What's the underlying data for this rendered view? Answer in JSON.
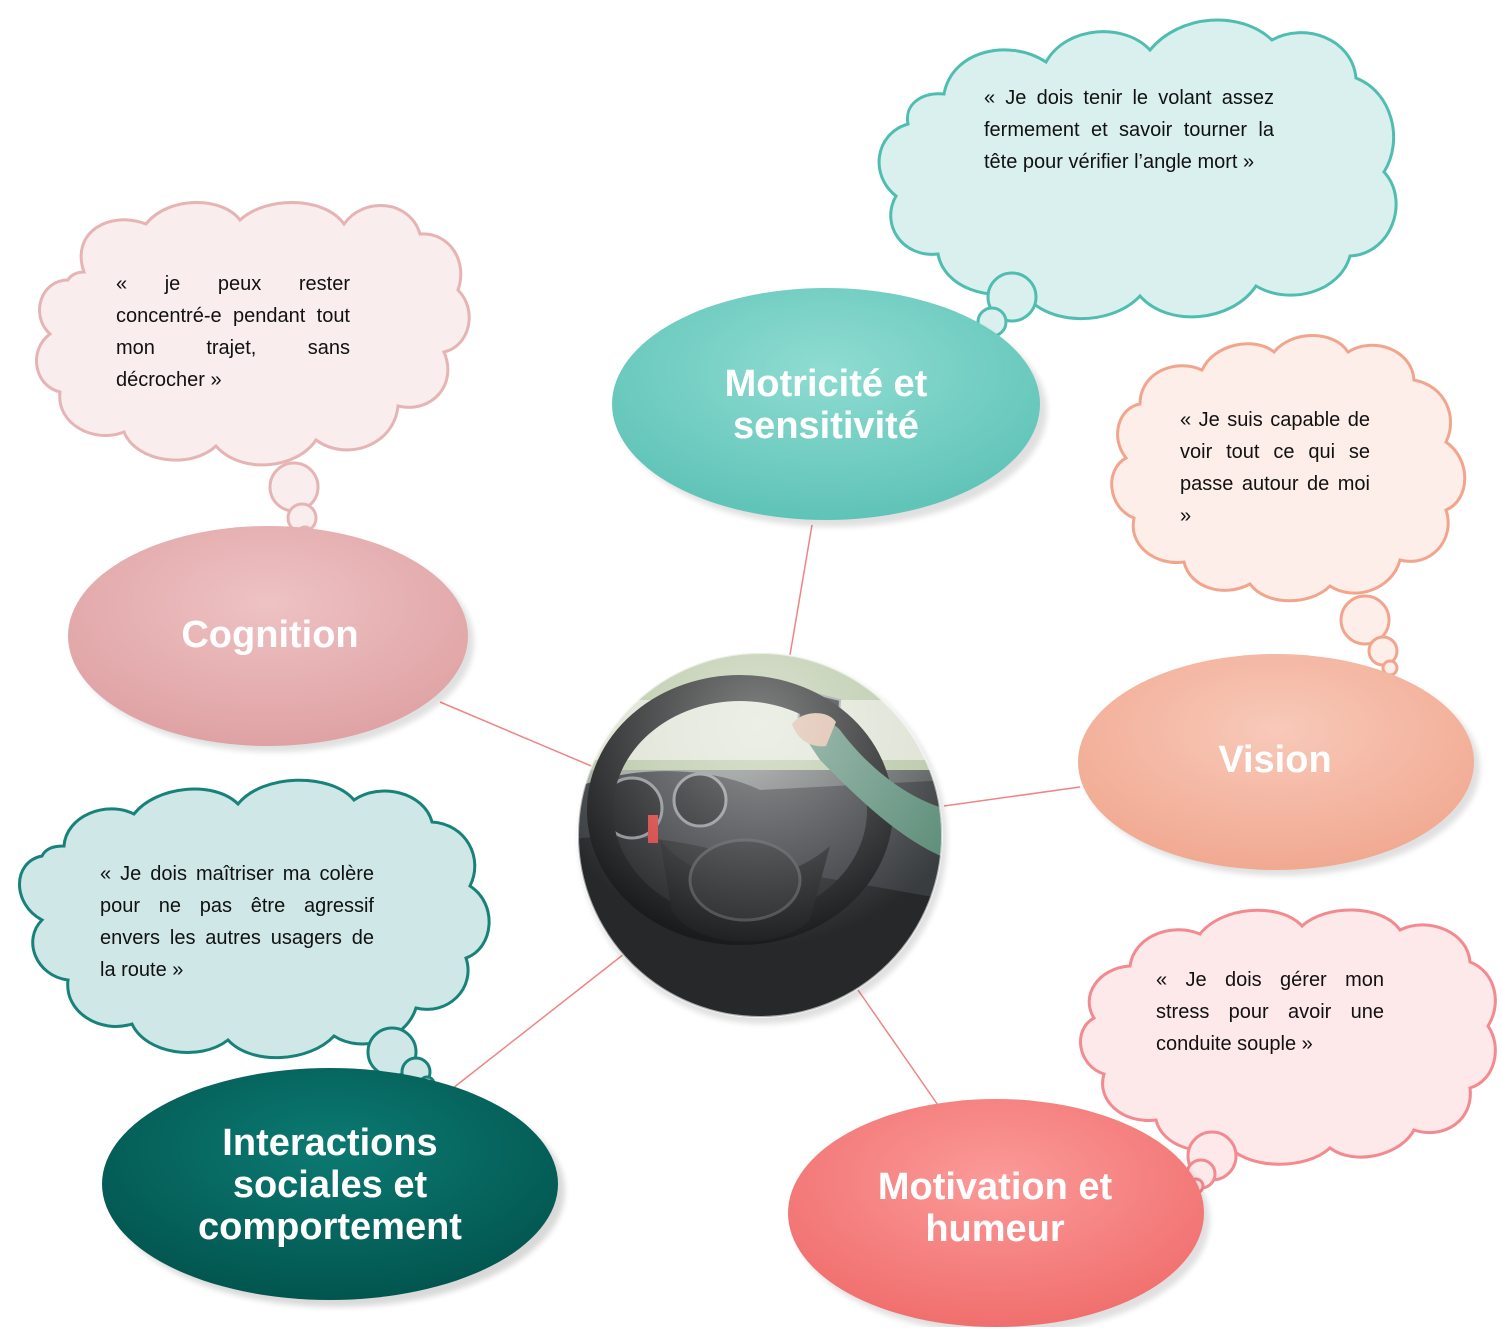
{
  "top_text": "                                                               ",
  "center": {
    "image_alt": "person holding a steering wheel"
  },
  "nodes": [
    {
      "id": "motricite",
      "label": "Motricité et\nsensitivité",
      "color": "#79d0c6"
    },
    {
      "id": "cognition",
      "label": "Cognition",
      "color": "#e7b3b4"
    },
    {
      "id": "vision",
      "label": "Vision",
      "color": "#f5b7a3"
    },
    {
      "id": "interactions",
      "label": "Interactions\nsociales et\ncomportement",
      "color": "#02645e"
    },
    {
      "id": "motivation",
      "label": "Motivation et\nhumeur",
      "color": "#f88583"
    }
  ],
  "bubbles": [
    {
      "id": "motricite",
      "text": "« Je dois tenir le volant assez fermement et savoir tourner la tête pour vérifier l’angle mort »",
      "fill": "#d9f0ee",
      "stroke": "#4fbdb0"
    },
    {
      "id": "cognition",
      "text": "« je peux rester concentré-e pendant tout mon trajet, sans décrocher »",
      "fill": "#f9eded",
      "stroke": "#e6b4b4"
    },
    {
      "id": "vision",
      "text": "« Je suis capable de voir tout ce qui se passe autour de moi »",
      "fill": "#fdeeea",
      "stroke": "#f1a58c"
    },
    {
      "id": "interactions",
      "text": "« Je dois maîtriser ma colère pour ne pas être agressif envers les autres usagers de la route »",
      "fill": "#cfe7e6",
      "stroke": "#17827a"
    },
    {
      "id": "motivation",
      "text": "« Je dois gérer mon stress pour avoir une conduite souple »",
      "fill": "#fde8ea",
      "stroke": "#f28a8f"
    }
  ]
}
